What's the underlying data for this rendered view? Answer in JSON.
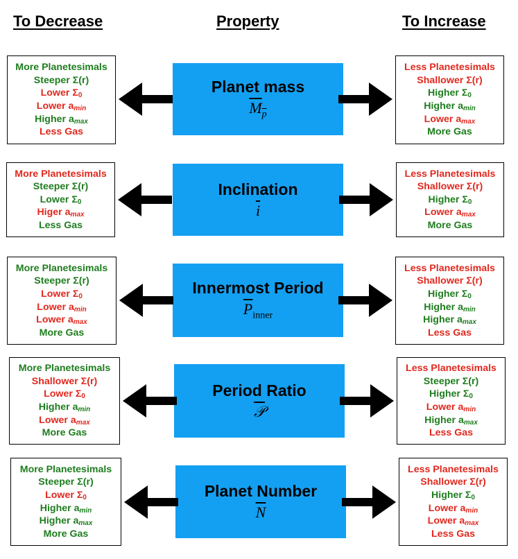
{
  "headers": {
    "decrease": "To Decrease",
    "property": "Property",
    "increase": "To Increase"
  },
  "rows": [
    {
      "property": "Planet mass",
      "symbol": {
        "base": "M",
        "sub": "p"
      },
      "decrease": [
        {
          "text": "More Planetesimals",
          "color": "green"
        },
        {
          "text": "Steeper Σ(r)",
          "color": "green"
        },
        {
          "text": "Lower Σ",
          "sub": "0",
          "color": "red"
        },
        {
          "text": "Lower a",
          "sub": "min",
          "color": "red"
        },
        {
          "text": "Higher a",
          "sub": "max",
          "color": "green"
        },
        {
          "text": "Less Gas",
          "color": "red"
        }
      ],
      "increase": [
        {
          "text": "Less Planetesimals",
          "color": "red"
        },
        {
          "text": "Shallower Σ(r)",
          "color": "red"
        },
        {
          "text": "Higher Σ",
          "sub": "0",
          "color": "green"
        },
        {
          "text": "Higher a",
          "sub": "min",
          "color": "green"
        },
        {
          "text": "Lower a",
          "sub": "max",
          "color": "red"
        },
        {
          "text": "More Gas",
          "color": "green"
        }
      ]
    },
    {
      "property": "Inclination",
      "symbol": {
        "base": "i",
        "sub": ""
      },
      "decrease": [
        {
          "text": "More Planetesimals",
          "color": "red"
        },
        {
          "text": "Steeper Σ(r)",
          "color": "green"
        },
        {
          "text": "Lower Σ",
          "sub": "0",
          "color": "green"
        },
        {
          "text": "Higer a",
          "sub": "max",
          "color": "red"
        },
        {
          "text": "Less Gas",
          "color": "green"
        }
      ],
      "increase": [
        {
          "text": "Less Planetesimals",
          "color": "red"
        },
        {
          "text": "Shallower Σ(r)",
          "color": "red"
        },
        {
          "text": "Higher Σ",
          "sub": "0",
          "color": "green"
        },
        {
          "text": "Lower a",
          "sub": "max",
          "color": "red"
        },
        {
          "text": "More Gas",
          "color": "green"
        }
      ]
    },
    {
      "property": "Innermost Period",
      "symbol": {
        "base": "P",
        "sub": "inner"
      },
      "decrease": [
        {
          "text": "More Planetesimals",
          "color": "green"
        },
        {
          "text": "Steeper Σ(r)",
          "color": "green"
        },
        {
          "text": "Lower Σ",
          "sub": "0",
          "color": "red"
        },
        {
          "text": "Lower a",
          "sub": "min",
          "color": "red"
        },
        {
          "text": "Lower a",
          "sub": "max",
          "color": "red"
        },
        {
          "text": "More Gas",
          "color": "green"
        }
      ],
      "increase": [
        {
          "text": "Less Planetesimals",
          "color": "red"
        },
        {
          "text": "Shallower Σ(r)",
          "color": "red"
        },
        {
          "text": "Higher Σ",
          "sub": "0",
          "color": "green"
        },
        {
          "text": "Higher a",
          "sub": "min",
          "color": "green"
        },
        {
          "text": "Higher a",
          "sub": "max",
          "color": "green"
        },
        {
          "text": "Less Gas",
          "color": "red"
        }
      ]
    },
    {
      "property": "Period Ratio",
      "symbol": {
        "base": "𝒫",
        "sub": ""
      },
      "decrease": [
        {
          "text": "More Planetesimals",
          "color": "green"
        },
        {
          "text": "Shallower Σ(r)",
          "color": "red"
        },
        {
          "text": "Lower Σ",
          "sub": "0",
          "color": "red"
        },
        {
          "text": "Higher a",
          "sub": "min",
          "color": "green"
        },
        {
          "text": "Lower a",
          "sub": "max",
          "color": "red"
        },
        {
          "text": "More Gas",
          "color": "green"
        }
      ],
      "increase": [
        {
          "text": "Less Planetesimals",
          "color": "red"
        },
        {
          "text": "Steeper Σ(r)",
          "color": "green"
        },
        {
          "text": "Higher Σ",
          "sub": "0",
          "color": "green"
        },
        {
          "text": "Lower a",
          "sub": "min",
          "color": "red"
        },
        {
          "text": "Higher a",
          "sub": "max",
          "color": "green"
        },
        {
          "text": "Less Gas",
          "color": "red"
        }
      ]
    },
    {
      "property": "Planet Number",
      "symbol": {
        "base": "N",
        "sub": ""
      },
      "decrease": [
        {
          "text": "More Planetesimals",
          "color": "green"
        },
        {
          "text": "Steeper Σ(r)",
          "color": "green"
        },
        {
          "text": "Lower Σ",
          "sub": "0",
          "color": "red"
        },
        {
          "text": "Higher a",
          "sub": "min",
          "color": "green"
        },
        {
          "text": "Higher a",
          "sub": "max",
          "color": "green"
        },
        {
          "text": "More Gas",
          "color": "green"
        }
      ],
      "increase": [
        {
          "text": "Less Planetesimals",
          "color": "red"
        },
        {
          "text": "Shallower Σ(r)",
          "color": "red"
        },
        {
          "text": "Higher Σ",
          "sub": "0",
          "color": "green"
        },
        {
          "text": "Lower a",
          "sub": "min",
          "color": "red"
        },
        {
          "text": "Lower a",
          "sub": "max",
          "color": "red"
        },
        {
          "text": "Less Gas",
          "color": "red"
        }
      ]
    }
  ],
  "colors": {
    "green": "#1e7d1e",
    "red": "#e0281e",
    "property_box": "#14a0f2"
  }
}
